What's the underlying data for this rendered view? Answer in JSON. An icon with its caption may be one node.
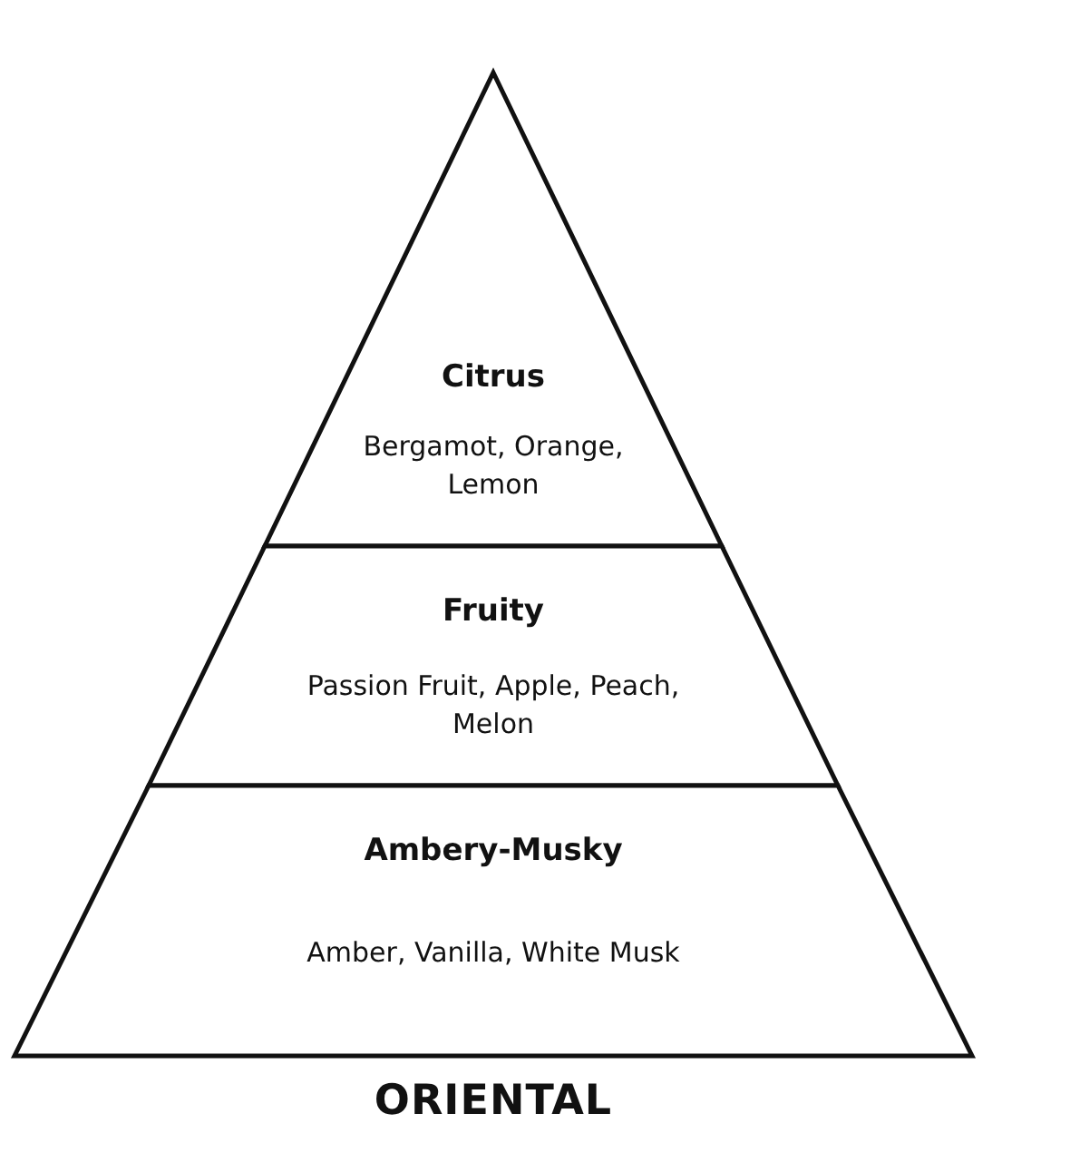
{
  "diagram": {
    "caption": "ORIENTAL",
    "nodes": [
      {
        "text": [
          "Citrus",
          "Bergamot, Orange, Lemon"
        ]
      },
      {
        "text": [
          "Fruity",
          "Passion Fruit, Apple, Peach, Melon"
        ]
      },
      {
        "text": [
          "Ambery-Musky",
          "Amber, Vanilla, White Musk"
        ]
      }
    ]
  }
}
